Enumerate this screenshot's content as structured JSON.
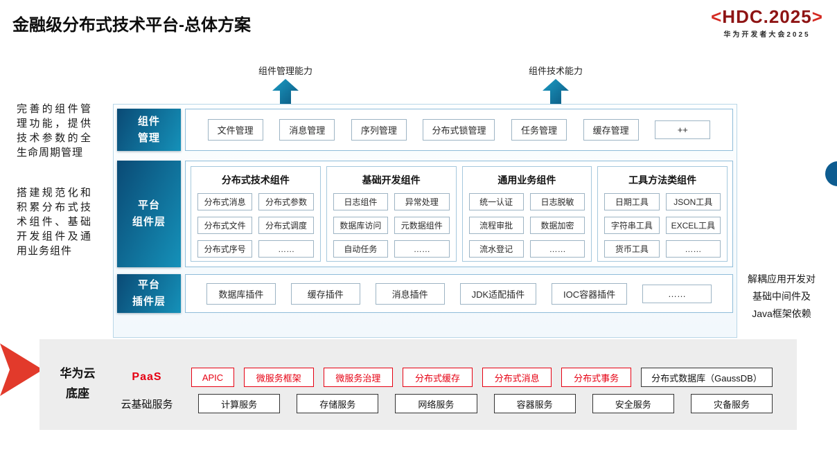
{
  "header": {
    "title": "金融级分布式技术平台-总体方案",
    "logo": {
      "bracket_left": "<",
      "text": "HDC.2025",
      "bracket_right": ">",
      "subtitle": "华为开发者大会2025"
    }
  },
  "capability_arrows": {
    "left": "组件管理能力",
    "right": "组件技术能力"
  },
  "annotations": {
    "component_management": "完善的组件管理功能，提供技术参数的全生命周期管理",
    "platform_components": "搭建规范化和积累分布式技术组件、基础开发组件及通用业务组件",
    "plugin_layer": "解耦应用开发对基础中间件及Java框架依赖"
  },
  "layers": {
    "component_management": {
      "label": "组件\n管理",
      "items": [
        "文件管理",
        "消息管理",
        "序列管理",
        "分布式锁管理",
        "任务管理",
        "缓存管理",
        "++"
      ]
    },
    "platform_components": {
      "label": "平台\n组件层",
      "groups": [
        {
          "title": "分布式技术组件",
          "items": [
            "分布式消息",
            "分布式参数",
            "分布式文件",
            "分布式调度",
            "分布式序号",
            "……"
          ]
        },
        {
          "title": "基础开发组件",
          "items": [
            "日志组件",
            "异常处理",
            "数据库访问",
            "元数据组件",
            "自动任务",
            "……"
          ]
        },
        {
          "title": "通用业务组件",
          "items": [
            "统一认证",
            "日志脱敏",
            "流程审批",
            "数据加密",
            "流水登记",
            "……"
          ]
        },
        {
          "title": "工具方法类组件",
          "items": [
            "日期工具",
            "JSON工具",
            "字符串工具",
            "EXCEL工具",
            "货币工具",
            "……"
          ]
        }
      ]
    },
    "platform_plugins": {
      "label": "平台\n插件层",
      "items": [
        "数据库插件",
        "缓存插件",
        "消息插件",
        "JDK适配插件",
        "IOC容器插件",
        "……"
      ]
    }
  },
  "cloud_base": {
    "label": "华为云\n底座",
    "paas": {
      "label": "PaaS",
      "red_items": [
        "APIC",
        "微服务框架",
        "微服务治理",
        "分布式缓存",
        "分布式消息",
        "分布式事务"
      ],
      "black_item": "分布式数据库（GaussDB）"
    },
    "iaas": {
      "label": "云基础服务",
      "items": [
        "计算服务",
        "存储服务",
        "网络服务",
        "容器服务",
        "安全服务",
        "灾备服务"
      ]
    }
  },
  "colors": {
    "layer_label_gradient_start": "#0a4a75",
    "layer_label_gradient_end": "#1591b9",
    "accent_red": "#e60012",
    "arrow_teal": "#10719c",
    "logo_maroon": "#8e1414"
  }
}
